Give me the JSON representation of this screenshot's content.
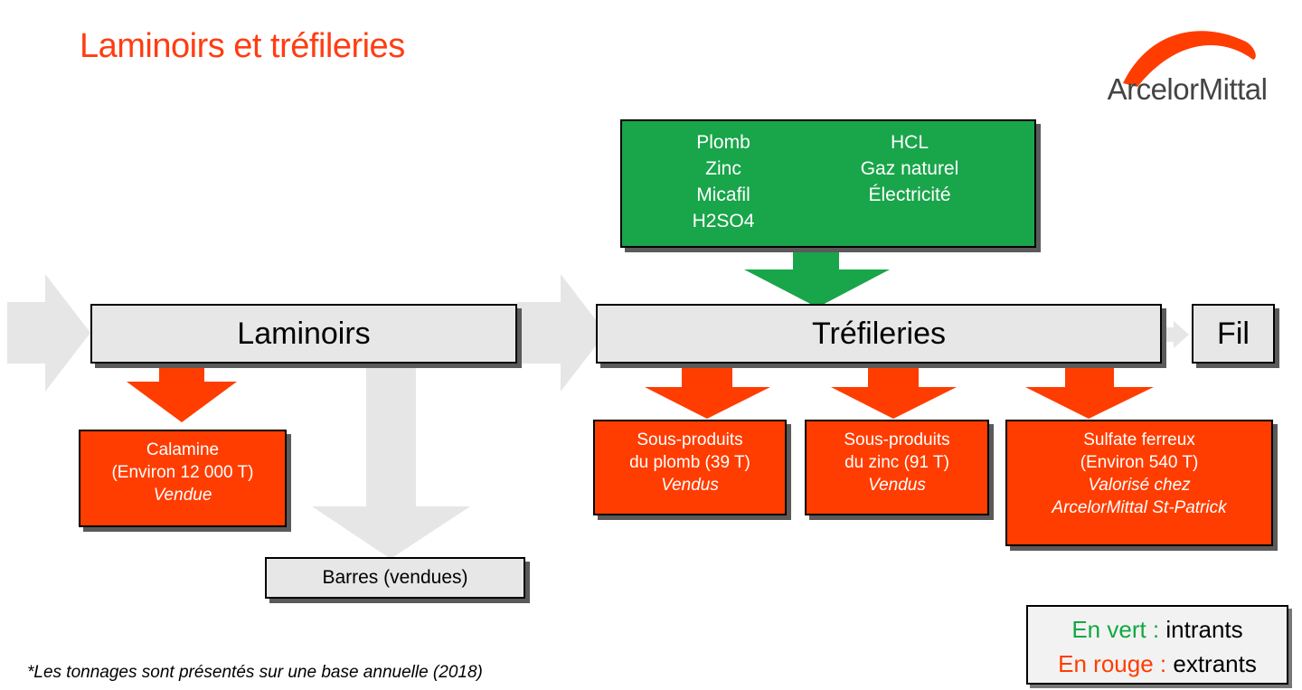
{
  "title": "Laminoirs et tréfileries",
  "logo": {
    "name": "ArcelorMittal",
    "icon": "arcelormittal-swoosh-icon"
  },
  "colors": {
    "input_green": "#19a54a",
    "output_red": "#ff3d00",
    "title_red": "#ff3d12",
    "process_grey": "#e7e7e7",
    "flow_grey": "#e6e6e6"
  },
  "inputs": {
    "left_column": [
      "Plomb",
      "Zinc",
      "Micafil",
      "H2SO4"
    ],
    "right_column": [
      "HCL",
      "Gaz naturel",
      "Électricité"
    ]
  },
  "processes": {
    "laminoirs": "Laminoirs",
    "trefileries": "Tréfileries",
    "fil": "Fil",
    "barres": "Barres (vendues)"
  },
  "outputs": {
    "calamine": {
      "line1": "Calamine",
      "line2": "(Environ 12 000 T)",
      "status": "Vendue"
    },
    "plomb": {
      "line1": "Sous-produits",
      "line2": "du plomb (39 T)",
      "status": "Vendus"
    },
    "zinc": {
      "line1": "Sous-produits",
      "line2": "du zinc (91 T)",
      "status": "Vendus"
    },
    "sulfate": {
      "line1": "Sulfate ferreux",
      "line2": "(Environ 540 T)",
      "status1": "Valorisé chez",
      "status2": "ArcelorMittal St-Patrick"
    }
  },
  "legend": {
    "green_label": "En vert :",
    "green_value": "intrants",
    "red_label": "En rouge :",
    "red_value": "extrants"
  },
  "footnote": "*Les tonnages sont présentés sur une base annuelle (2018)"
}
